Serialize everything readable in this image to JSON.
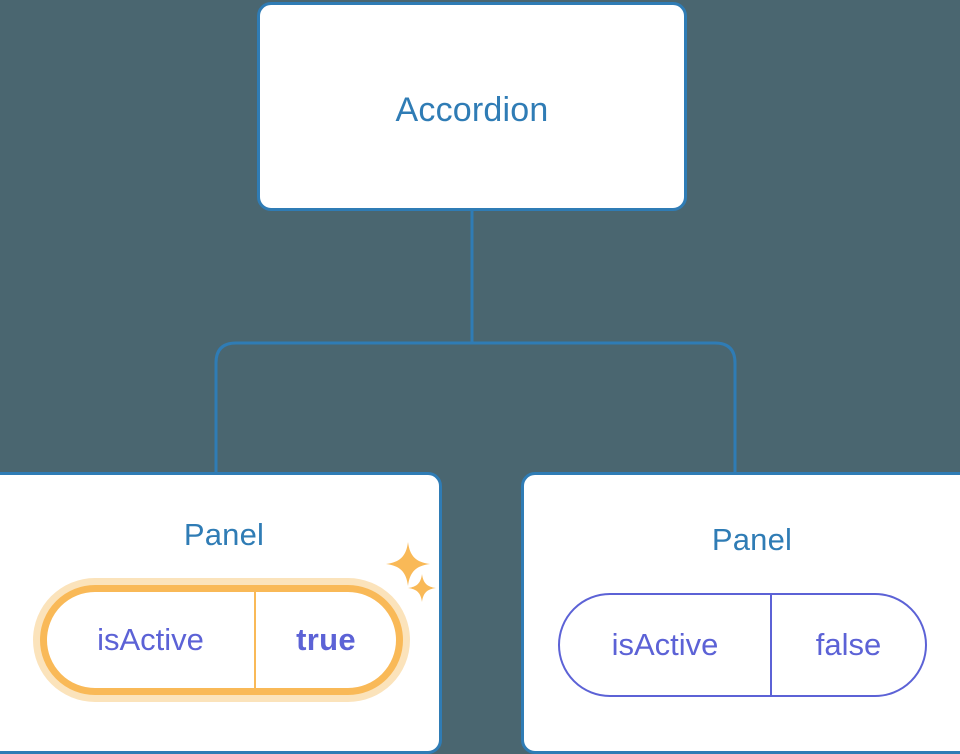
{
  "diagram": {
    "type": "component-tree",
    "background_color": "#4a6670",
    "node_border_color": "#2f7cb5",
    "node_text_color": "#2f7cb5",
    "prop_text_color": "#5c62d6",
    "highlight_color": "#f9b957",
    "highlight_halo_color": "#fbe3bb",
    "connector_color": "#2f7cb5"
  },
  "root": {
    "title": "Accordion"
  },
  "children": [
    {
      "title": "Panel",
      "highlighted": true,
      "prop": {
        "key": "isActive",
        "value": "true",
        "value_bold": true
      },
      "sparkles": [
        {
          "name": "sparkle-large-icon"
        },
        {
          "name": "sparkle-small-icon"
        }
      ]
    },
    {
      "title": "Panel",
      "highlighted": false,
      "prop": {
        "key": "isActive",
        "value": "false",
        "value_bold": false
      }
    }
  ]
}
